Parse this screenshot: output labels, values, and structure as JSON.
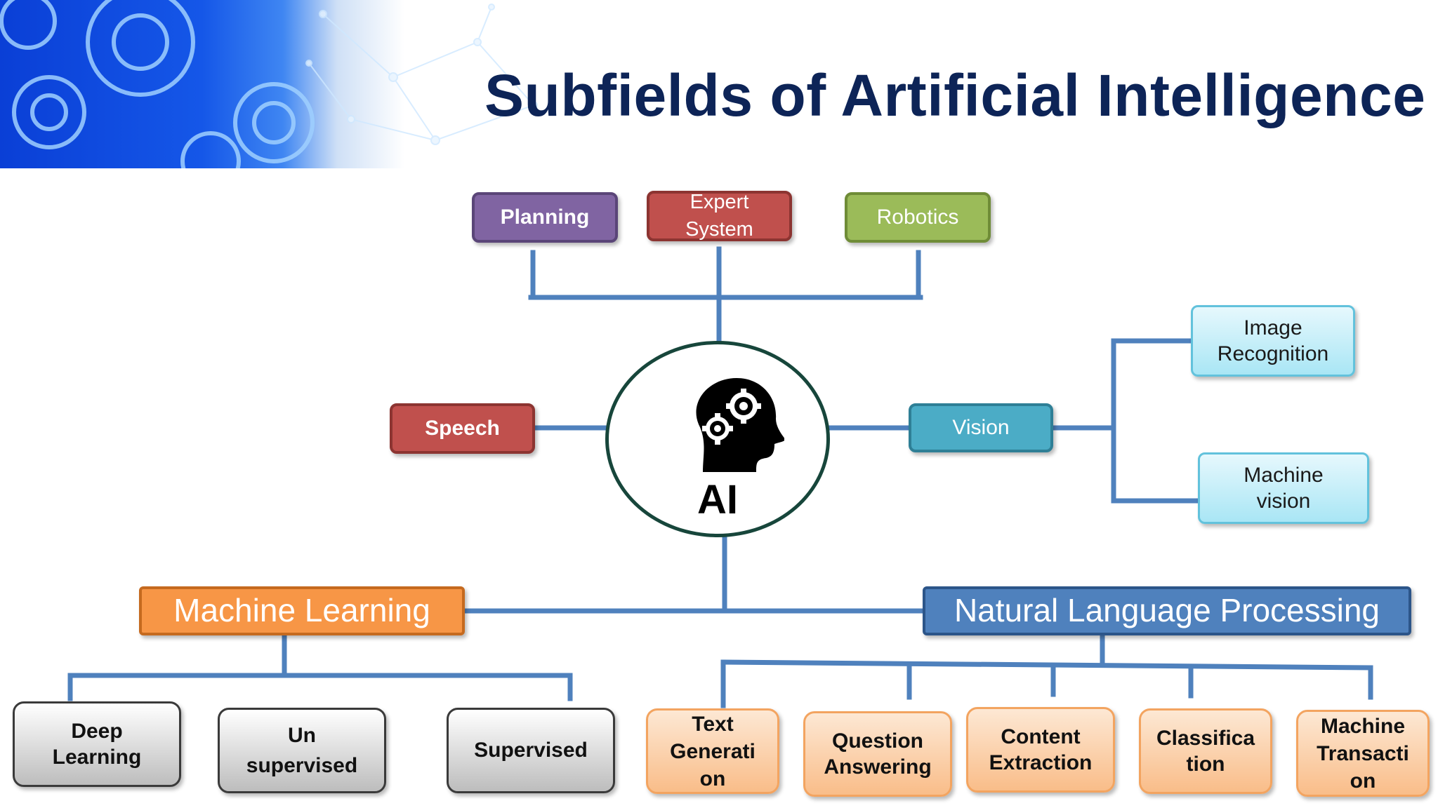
{
  "title": "Subfields of Artificial Intelligence",
  "center": {
    "label": "AI",
    "icon": "head-gears-icon"
  },
  "top_nodes": [
    {
      "id": "planning",
      "label": "Planning",
      "color": "#8064a2"
    },
    {
      "id": "expert-system",
      "label": "Expert\nSystem",
      "color": "#c0504d"
    },
    {
      "id": "robotics",
      "label": "Robotics",
      "color": "#9bbb59"
    }
  ],
  "speech": {
    "label": "Speech",
    "color": "#c0504d"
  },
  "vision": {
    "label": "Vision",
    "color": "#4bacc6",
    "children": [
      "Image\nRecognition",
      "Machine\nvision"
    ]
  },
  "machine_learning": {
    "label": "Machine Learning",
    "color": "#f79646",
    "children": [
      "Deep\nLearning",
      "Un\nsupervised",
      "Supervised"
    ]
  },
  "nlp": {
    "label": "Natural Language Processing",
    "color": "#4f81bd",
    "children": [
      "Text\nGenerati\non",
      "Question\nAnswering",
      "Content\nExtraction",
      "Classifica\ntion",
      "Machine\nTransacti\non"
    ]
  },
  "connector_color": "#4f81bd"
}
